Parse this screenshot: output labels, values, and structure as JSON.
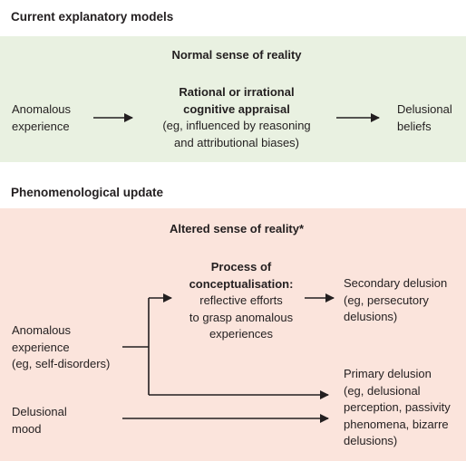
{
  "sections": [
    {
      "heading": "Current explanatory models",
      "reality_label": "Normal sense of reality",
      "input": [
        "Anomalous",
        "experience"
      ],
      "process_title": [
        "Rational or irrational",
        "cognitive appraisal"
      ],
      "process_detail": [
        "(eg, influenced by reasoning",
        "and attributional biases)"
      ],
      "output": [
        "Delusional",
        "beliefs"
      ]
    },
    {
      "heading": "Phenomenological update",
      "reality_label": "Altered sense of reality*",
      "input_anomalous": [
        "Anomalous",
        "experience",
        "(eg, self-disorders)"
      ],
      "input_mood": [
        "Delusional",
        "mood"
      ],
      "process_title": [
        "Process of",
        "conceptualisation:"
      ],
      "process_detail": [
        "reflective efforts",
        "to grasp anomalous",
        "experiences"
      ],
      "secondary": [
        "Secondary delusion",
        "(eg, persecutory",
        "delusions)"
      ],
      "primary": [
        "Primary delusion",
        "(eg, delusional",
        "perception, passivity",
        "phenomena, bizarre",
        "delusions)"
      ]
    }
  ],
  "colors": {
    "top_panel": "#e9f1e1",
    "bottom_panel": "#fbe4dc",
    "text": "#231f20"
  }
}
